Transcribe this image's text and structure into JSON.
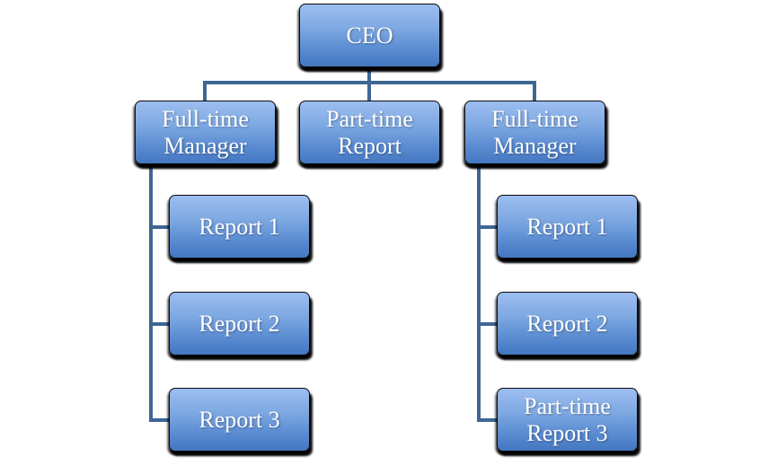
{
  "org": {
    "root": {
      "label": "CEO"
    },
    "children": [
      {
        "label": "Full-time Manager",
        "reports": [
          {
            "label": "Report 1"
          },
          {
            "label": "Report 2"
          },
          {
            "label": "Report 3"
          }
        ]
      },
      {
        "label": "Part-time Report",
        "reports": []
      },
      {
        "label": "Full-time Manager",
        "reports": [
          {
            "label": "Report 1"
          },
          {
            "label": "Report 2"
          },
          {
            "label": "Part-time Report 3"
          }
        ]
      }
    ]
  },
  "colors": {
    "box_gradient_top": "#9dbef0",
    "box_gradient_bottom": "#4377c0",
    "box_shadow": "#000000",
    "connector": "#3f6694",
    "text": "#ffffff",
    "background": "#ffffff"
  }
}
